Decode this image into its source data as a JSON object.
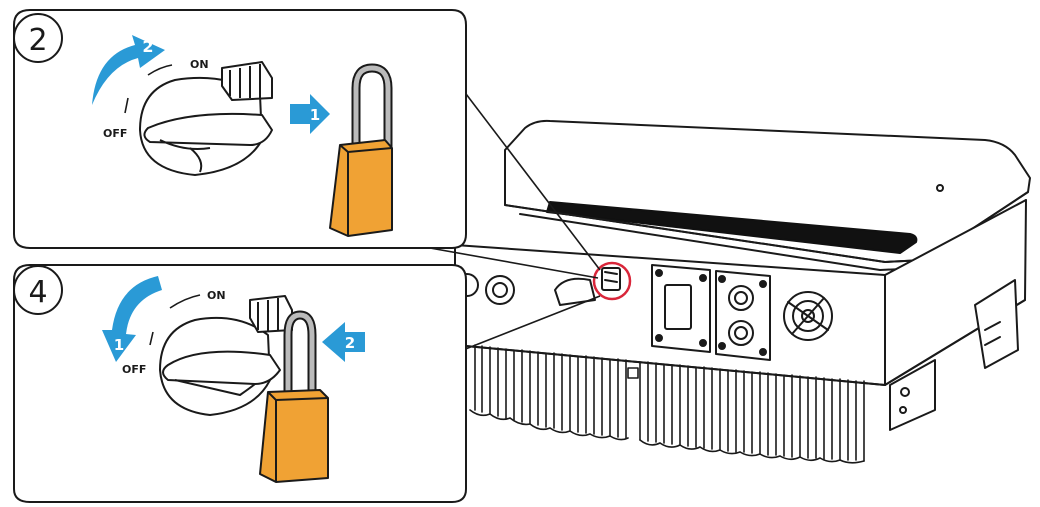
{
  "steps": [
    {
      "number": "2",
      "on_label": "ON",
      "off_label": "OFF",
      "arrow_rotate_label": "2",
      "arrow_push_label": "1"
    },
    {
      "number": "4",
      "on_label": "ON",
      "off_label": "OFF",
      "arrow_rotate_label": "1",
      "arrow_push_label": "2"
    }
  ],
  "colors": {
    "arrow": "#2a9ad6",
    "padlock": "#f0a234",
    "highlight_circle": "#d9263a",
    "line": "#1a1a1a"
  },
  "icons": {
    "switch_knob": "rotary-switch-icon",
    "padlock": "padlock-icon",
    "inverter": "inverter-device-icon"
  }
}
